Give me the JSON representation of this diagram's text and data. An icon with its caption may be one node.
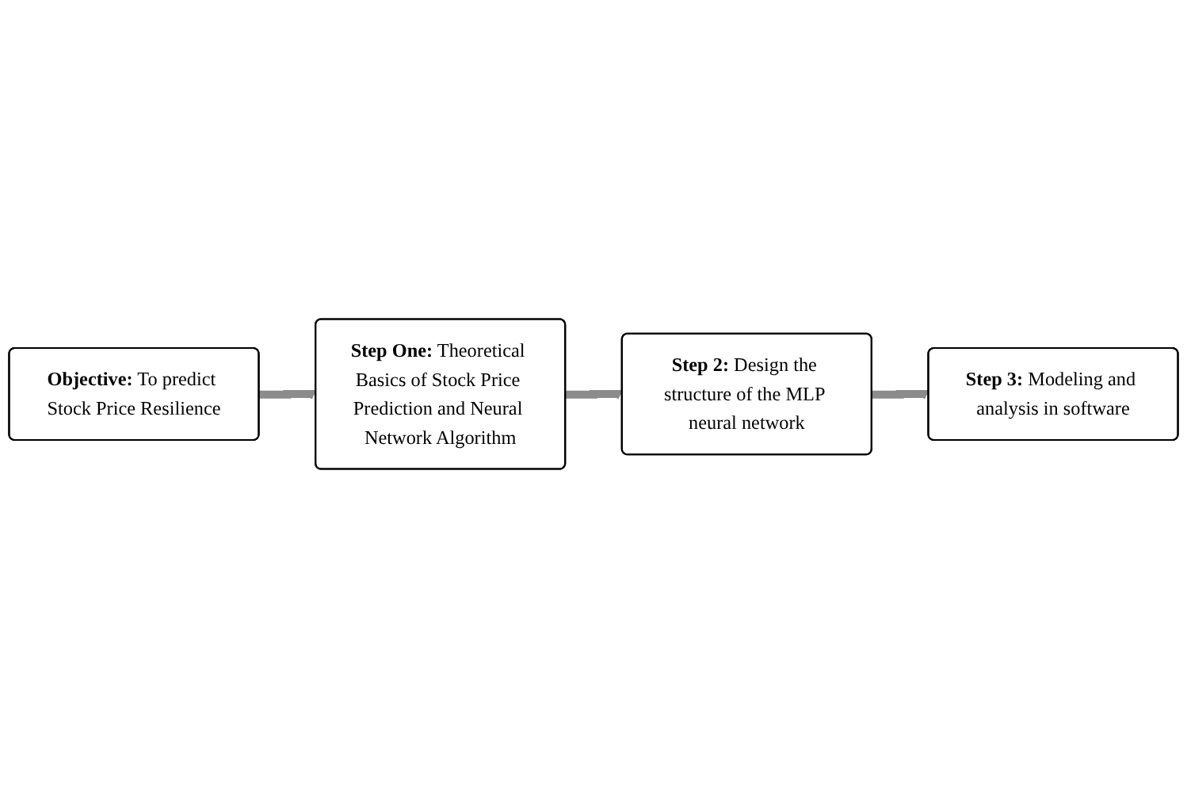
{
  "diagram": {
    "nodes": [
      {
        "text": [
          "Objective:",
          "To predict Stock Price Resilience"
        ]
      },
      {
        "text": [
          "Step One:",
          "Theoretical Basics of Stock Price Prediction and Neural Network Algorithm"
        ]
      },
      {
        "text": [
          "Step 2:",
          "Design the structure of the MLP neural network"
        ]
      },
      {
        "text": [
          "Step 3:",
          "Modeling and analysis in software"
        ]
      }
    ],
    "edges": [
      {
        "from": 0,
        "to": 1,
        "arrow": "to"
      },
      {
        "from": 1,
        "to": 2,
        "arrow": "to"
      },
      {
        "from": 2,
        "to": 3,
        "arrow": "to"
      }
    ]
  }
}
